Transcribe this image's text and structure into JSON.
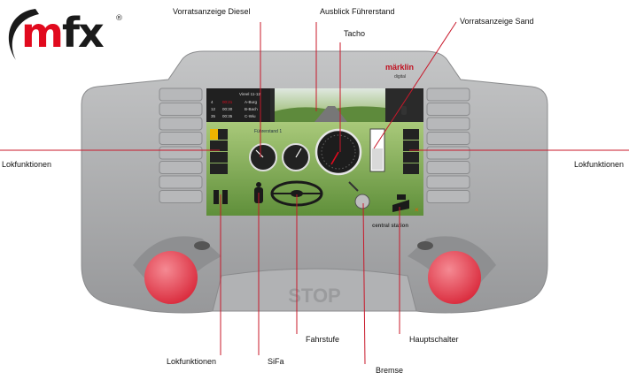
{
  "logo": {
    "text_m": "m",
    "text_fx": "fx",
    "registered": "®"
  },
  "device": {
    "brand": "märklin",
    "brand_sub": "digital",
    "model": "central station",
    "stop_label": "STOP",
    "screen": {
      "title": "Vireel 11-12",
      "rows": [
        [
          "4",
          "00:21",
          "A-Burg"
        ],
        [
          "12",
          "00:30",
          "B-Bach"
        ],
        [
          "35",
          "00:35",
          "C-Wiu"
        ]
      ],
      "cab_title": "Führerstand 1"
    }
  },
  "callouts": {
    "vorrat_diesel": "Vorratsanzeige Diesel",
    "ausblick": "Ausblick Führerstand",
    "vorrat_sand": "Vorratsanzeige Sand",
    "tacho": "Tacho",
    "lok_left": "Lokfunktionen",
    "lok_right": "Lokfunktionen",
    "lok_bottom": "Lokfunktionen",
    "sifa": "SiFa",
    "fahrstufe": "Fahrstufe",
    "bremse": "Bremse",
    "hauptschalter": "Hauptschalter"
  },
  "colors": {
    "accent_red": "#e10a1e",
    "screen_green": "#7aa84a",
    "body_grey": "#a9aaab",
    "knob_red": "#e8424f"
  }
}
